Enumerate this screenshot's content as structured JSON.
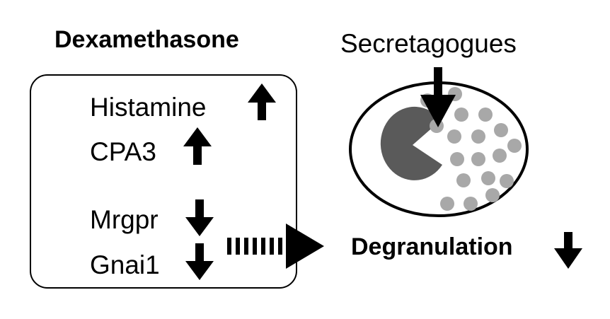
{
  "diagram": {
    "left_title": "Dexamethasone",
    "secretagogues_label": "Secretagogues",
    "result_label": "Degranulation",
    "markers": [
      {
        "label": "Histamine",
        "direction": "up"
      },
      {
        "label": "CPA3",
        "direction": "up"
      },
      {
        "label": "Mrgpr",
        "direction": "down"
      },
      {
        "label": "Gnai1",
        "direction": "down"
      }
    ],
    "result_direction": "down"
  },
  "colors": {
    "arrow": "#000000",
    "nucleus": "#5a5a5a",
    "granule": "#a8a8a8",
    "outline": "#000000",
    "background": "#ffffff"
  }
}
